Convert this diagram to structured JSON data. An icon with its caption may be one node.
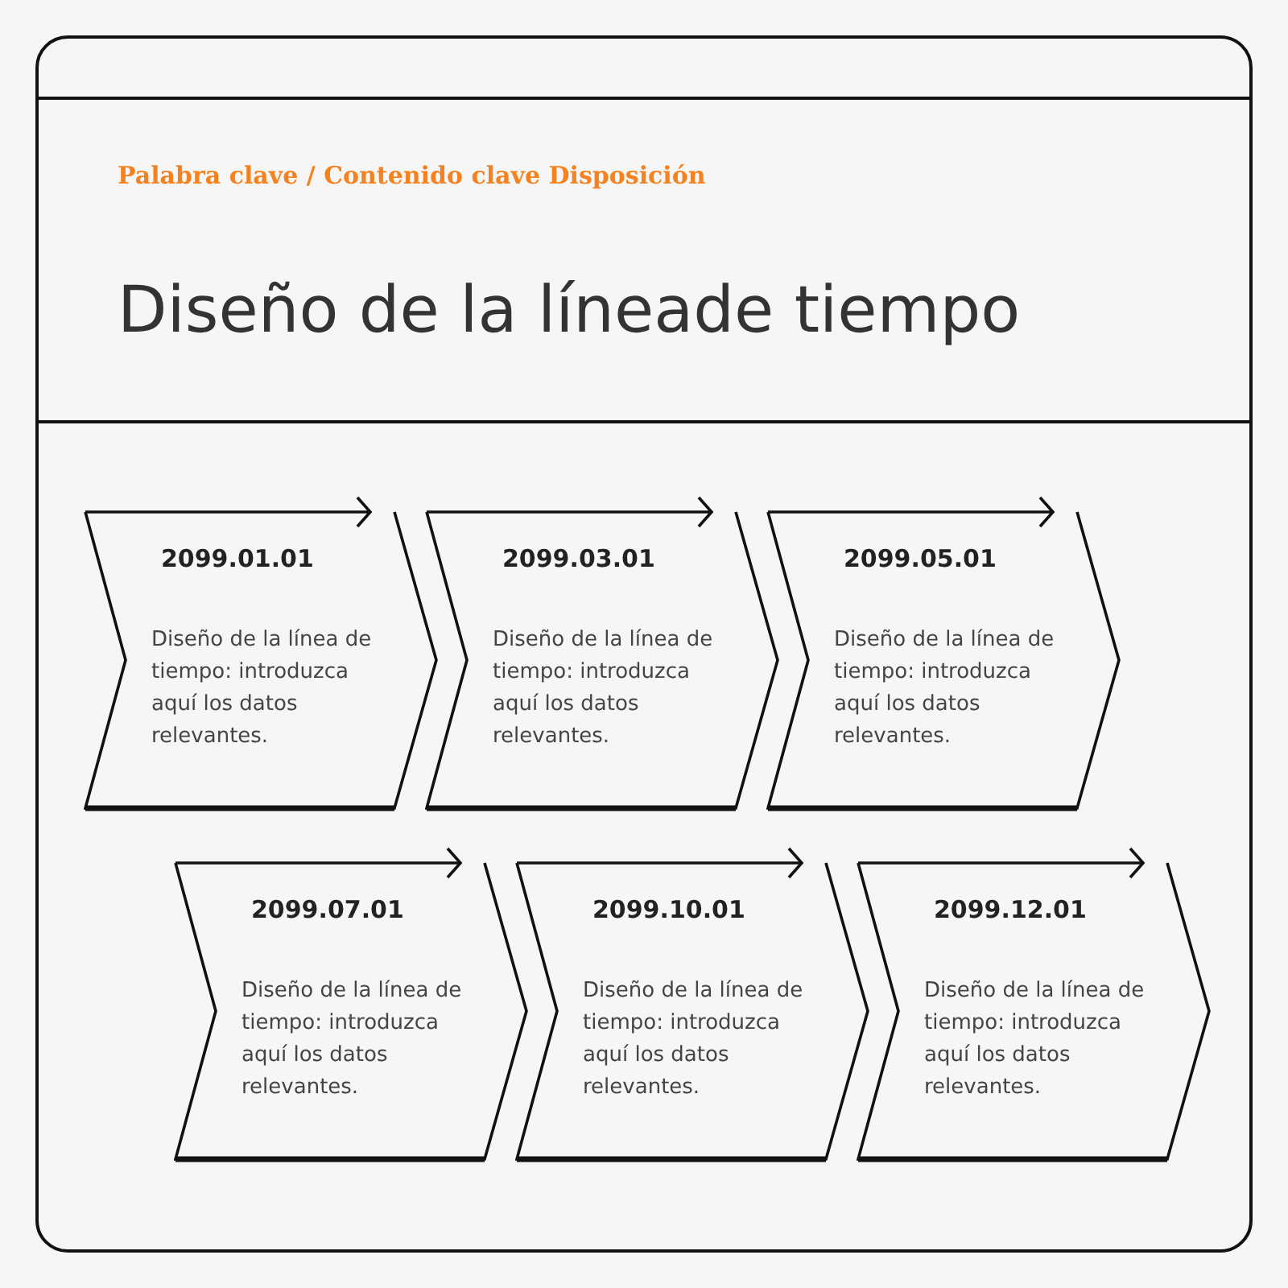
{
  "diagram": {
    "title": "Diseño de la líneade tiempo",
    "nodes": [
      {
        "text": [
          "2099.01.01",
          "Diseño de la línea de tiempo: introduzca aquí los datos relevantes."
        ]
      },
      {
        "text": [
          "2099.03.01",
          "Diseño de la línea de tiempo: introduzca aquí los datos relevantes."
        ]
      },
      {
        "text": [
          "2099.05.01",
          "Diseño de la línea de tiempo: introduzca aquí los datos relevantes."
        ]
      },
      {
        "text": [
          "2099.07.01",
          "Diseño de la línea de tiempo: introduzca aquí los datos relevantes."
        ]
      },
      {
        "text": [
          "2099.10.01",
          "Diseño de la línea de tiempo: introduzca aquí los datos relevantes."
        ]
      },
      {
        "text": [
          "2099.12.01",
          "Diseño de la línea de tiempo: introduzca aquí los datos relevantes."
        ]
      }
    ],
    "labels": [
      "Palabra clave / Contenido clave Disposición"
    ]
  }
}
